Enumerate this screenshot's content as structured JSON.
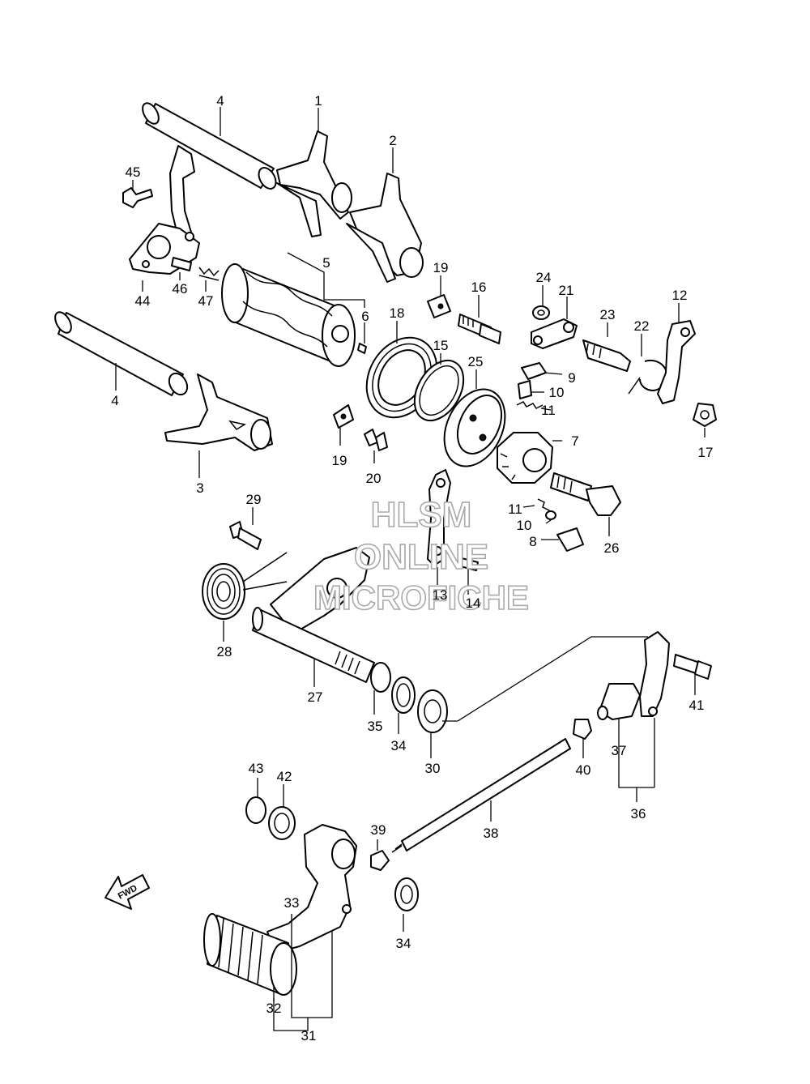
{
  "watermark": {
    "line1": "HLSM",
    "line2": "ONLINE",
    "line3": "MICROFICHE"
  },
  "direction_arrow": {
    "label": "FWD"
  },
  "part_labels": {
    "p1": "1",
    "p2": "2",
    "p3": "3",
    "p4a": "4",
    "p4b": "4",
    "p5": "5",
    "p6": "6",
    "p7": "7",
    "p8": "8",
    "p9": "9",
    "p10a": "10",
    "p10b": "10",
    "p11a": "11",
    "p11b": "11",
    "p12": "12",
    "p13": "13",
    "p14": "14",
    "p15": "15",
    "p16": "16",
    "p17": "17",
    "p18": "18",
    "p19a": "19",
    "p19b": "19",
    "p20": "20",
    "p21": "21",
    "p22": "22",
    "p23": "23",
    "p24": "24",
    "p25": "25",
    "p26": "26",
    "p27": "27",
    "p28": "28",
    "p29": "29",
    "p30": "30",
    "p31": "31",
    "p32": "32",
    "p33": "33",
    "p34a": "34",
    "p34b": "34",
    "p35": "35",
    "p36": "36",
    "p37": "37",
    "p38": "38",
    "p39": "39",
    "p40": "40",
    "p41": "41",
    "p42": "42",
    "p43": "43",
    "p44": "44",
    "p45": "45",
    "p46": "46",
    "p47": "47"
  }
}
